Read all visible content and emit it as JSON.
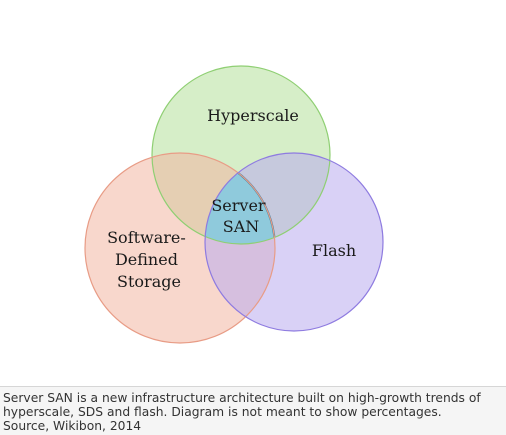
{
  "diagram": {
    "circles": [
      {
        "name": "hyperscale",
        "label_lines": [
          "Hyperscale"
        ],
        "fill": "#b4e09a",
        "stroke": "#8fcf73"
      },
      {
        "name": "software-defined-storage",
        "label_lines": [
          "Software-",
          "Defined",
          "Storage"
        ],
        "fill": "#f2b7a3",
        "stroke": "#e89c86"
      },
      {
        "name": "flash",
        "label_lines": [
          "Flash"
        ],
        "fill": "#b9abef",
        "stroke": "#8e7be0"
      }
    ],
    "center": {
      "label_lines": [
        "Server",
        "SAN"
      ],
      "fill": "#8fcadc",
      "stroke": "#3f7fa0"
    }
  },
  "caption": {
    "lines": [
      "Server SAN is a new infrastructure architecture built on high-growth trends of",
      "hyperscale, SDS and flash. Diagram is not meant to show percentages.",
      "Source, Wikibon, 2014"
    ]
  }
}
